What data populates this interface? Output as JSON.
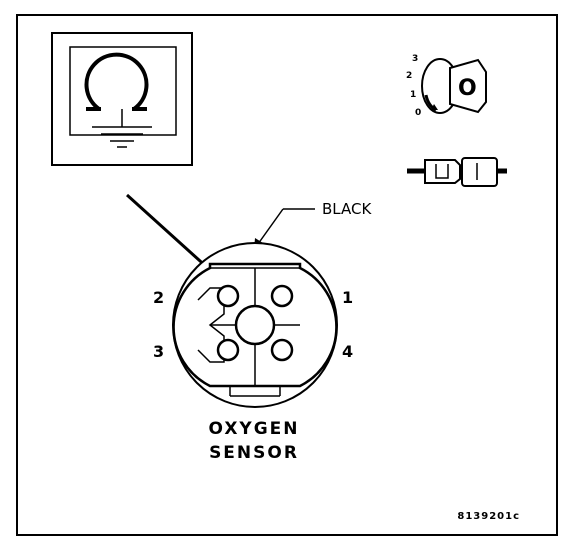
{
  "diagram": {
    "callout_label": "BLACK",
    "pin_labels": {
      "pin1": "1",
      "pin2": "2",
      "pin3": "3",
      "pin4": "4"
    },
    "title_line1": "OXYGEN",
    "title_line2": "SENSOR",
    "figure_code": "8139201c",
    "ignition_positions": [
      "3",
      "2",
      "1",
      "0"
    ],
    "ignition_key_letter": "O"
  },
  "icons": {
    "meter": "ohmmeter-icon",
    "ground": "ground-symbol-icon",
    "ignition": "ignition-key-off-icon",
    "connector": "disconnected-connector-icon"
  }
}
